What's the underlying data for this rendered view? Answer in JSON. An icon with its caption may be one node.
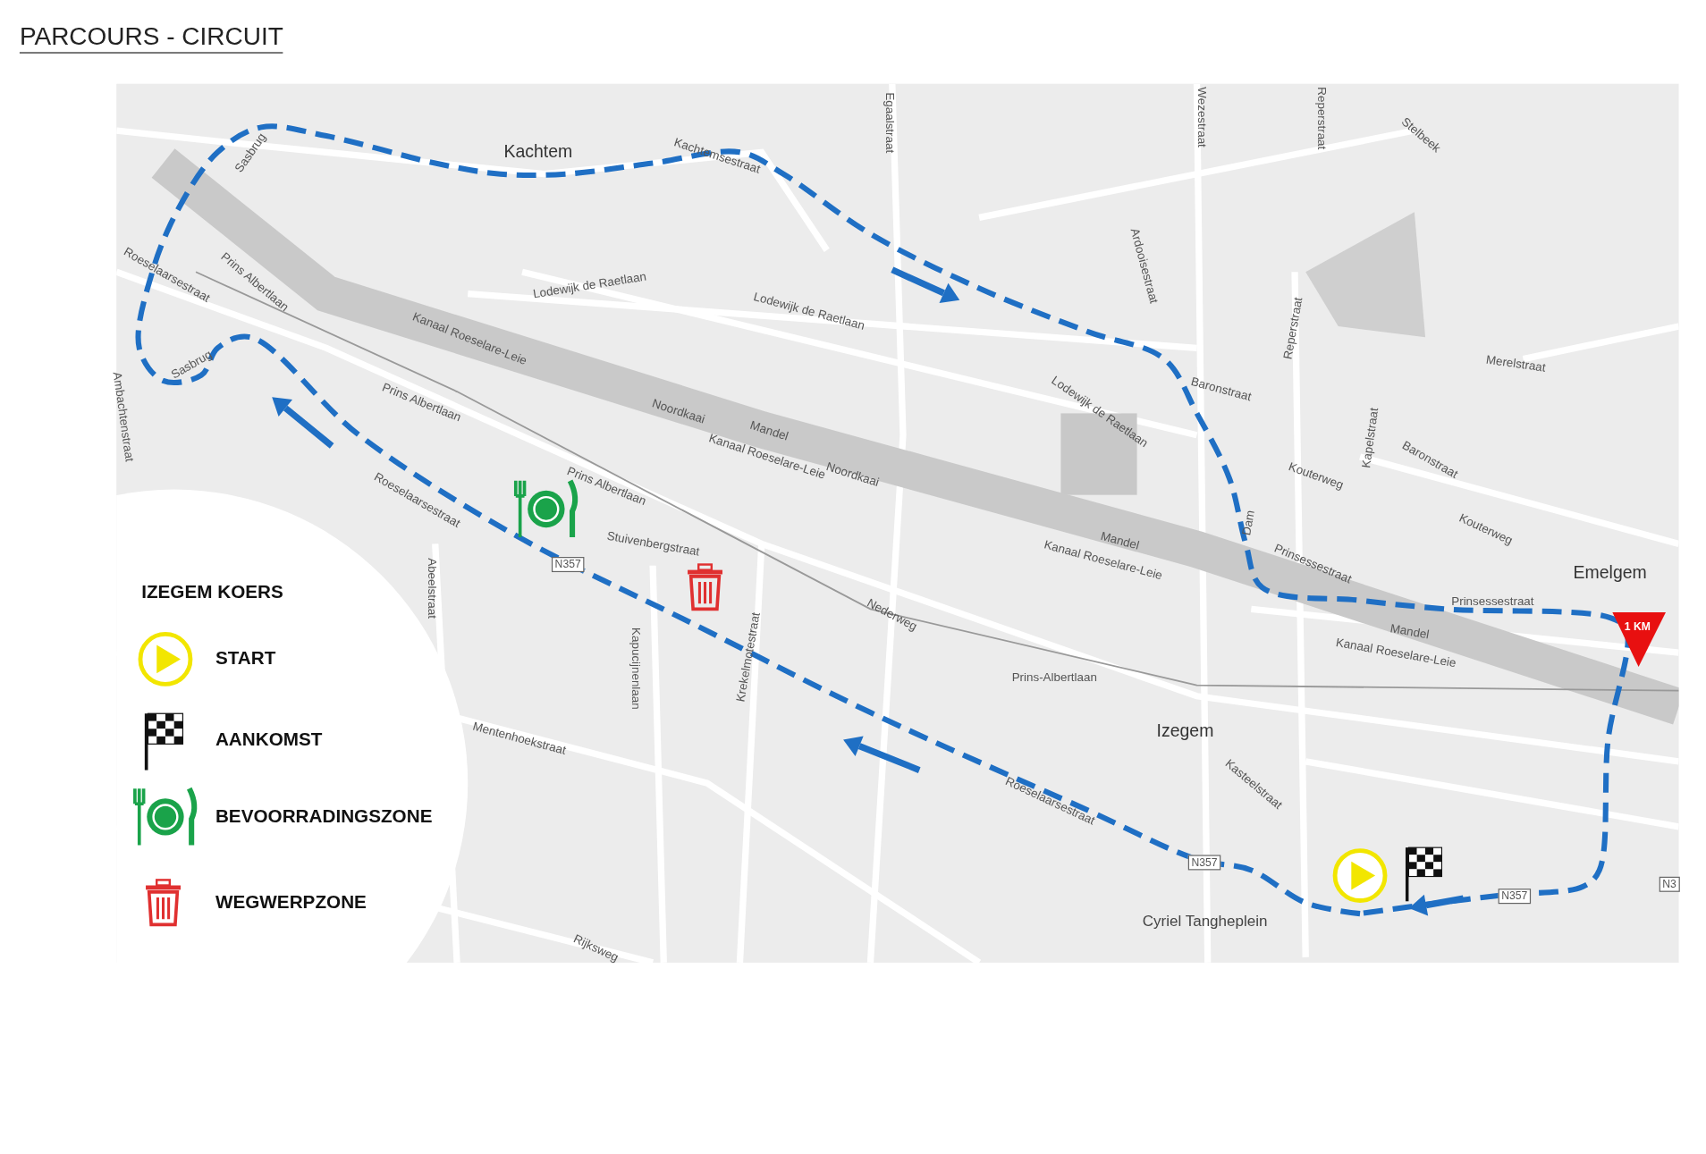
{
  "diagram": {
    "title": "PARCOURS - CIRCUIT",
    "labels": [
      "Kachtem",
      "Kachtemsestraat",
      "Egaalstraat",
      "Wezestraat",
      "Reperstraat",
      "Stelbeek",
      "Lodewijk de Raetlaan",
      "Lodewijk de Raetlaan",
      "Ardooisestraat",
      "Reperstraat",
      "Merelstraat",
      "Baronstraat",
      "Lodewijk de Raetlaan",
      "Roeselaarsestraat",
      "Prins Albertlaan",
      "Kanaal Roeselare-Leie",
      "Sasbrug",
      "Sasbrug",
      "Ambachtenstraat",
      "Prins Albertlaan",
      "Noordkaai",
      "Mandel",
      "Kanaal Roeselare-Leie",
      "Noordkaai",
      "Prins Albertlaan",
      "Roeselaarsestraat",
      "Stuivenbergstraat",
      "N357",
      "Abeelstraat",
      "Kouterweg",
      "Baronstraat",
      "Kapelstraat",
      "Kouterweg",
      "Mandel",
      "Kanaal Roeselare-Leie",
      "Dam",
      "Prinsessestraat",
      "Prinsessestraat",
      "Emelgem",
      "Mandel",
      "Kanaal Roeselare-Leie",
      "Nederweg",
      "Prins-Albertlaan",
      "Kapucijnenlaan",
      "Mentenhoekstraat",
      "Krekelmotestraat",
      "Izegem",
      "Roeselaarsestraat",
      "Kasteelstraat",
      "N357",
      "N357",
      "N3",
      "Cyriel Tangheplein",
      "Rijksweg",
      "1 KM",
      "IZEGEM KOERS"
    ],
    "legend": [
      {
        "text": "START"
      },
      {
        "text": "AANKOMST"
      },
      {
        "text": "BEVOORRADINGSZONE"
      },
      {
        "text": "WEGWERPZONE"
      }
    ]
  }
}
